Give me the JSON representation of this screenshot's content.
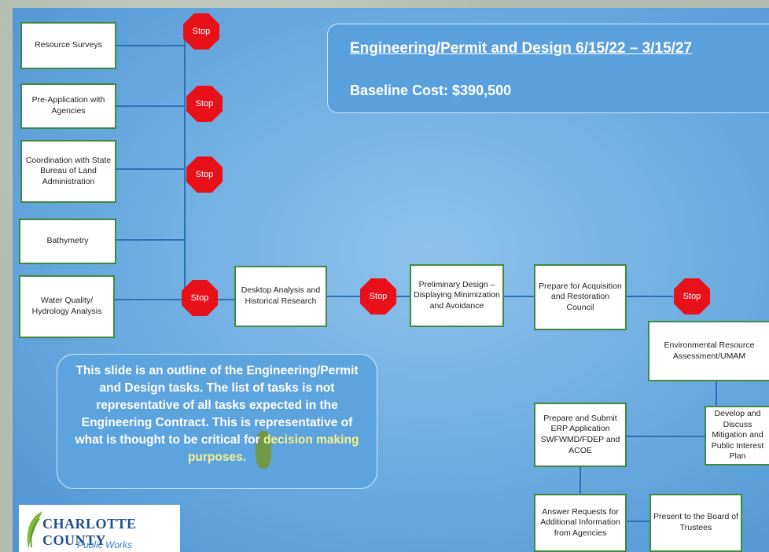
{
  "header": {
    "title": "Engineering/Permit and Design 6/15/22 – 3/15/27",
    "baseline_cost": "Baseline Cost: $390,500"
  },
  "tasks": {
    "resource_surveys": "Resource Surveys",
    "pre_application": "Pre-Application with Agencies",
    "coordination": "Coordination with State Bureau of Land Administration",
    "bathymetry": "Bathymetry",
    "water_quality": "Water Quality/ Hydrology Analysis",
    "desktop_analysis": "Desktop Analysis and Historical Research",
    "preliminary_design": "Preliminary Design –Displaying Minimization and Avoidance",
    "prepare_council": "Prepare for Acquisition and Restoration Council",
    "environmental": "Environmental Resource Assessment/UMAM",
    "mitigation": "Develop and Discuss Mitigation and Public Interest Plan",
    "erp_application": "Prepare and Submit ERP Application SWFWMD/FDEP and ACOE",
    "answer_requests": "Answer Requests for Additional Information from Agencies",
    "present_trustees": "Present to the Board of Trustees"
  },
  "stop_label": "Stop",
  "note": {
    "text": "This slide is an outline of the Engineering/Permit and Design tasks. The list of tasks is not representative of all tasks expected in the Engineering Contract. This is representative of what is thought to be critical for",
    "highlight": "decision making purposes."
  },
  "logo": {
    "name": "CHARLOTTE COUNTY",
    "sub": "Public Works"
  },
  "colors": {
    "background": "#6aaadf",
    "stop": "#e8111a",
    "box_border": "#3f8a3f",
    "connector": "#2e6fb6",
    "highlight": "#f6f08a"
  }
}
